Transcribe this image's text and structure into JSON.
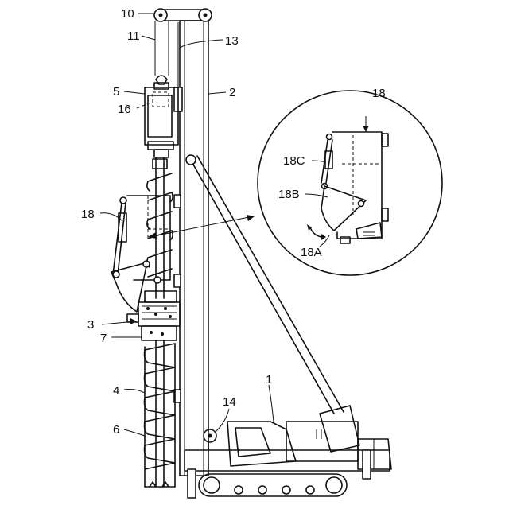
{
  "labels": {
    "l10": "10",
    "l11": "11",
    "l13": "13",
    "l5": "5",
    "l2": "2",
    "l16": "16",
    "l18": "18",
    "l3": "3",
    "l7": "7",
    "l4": "4",
    "l6": "6",
    "l1": "1",
    "l14": "14",
    "d18": "18",
    "d18c": "18C",
    "d18b": "18B",
    "d18a": "18A"
  }
}
